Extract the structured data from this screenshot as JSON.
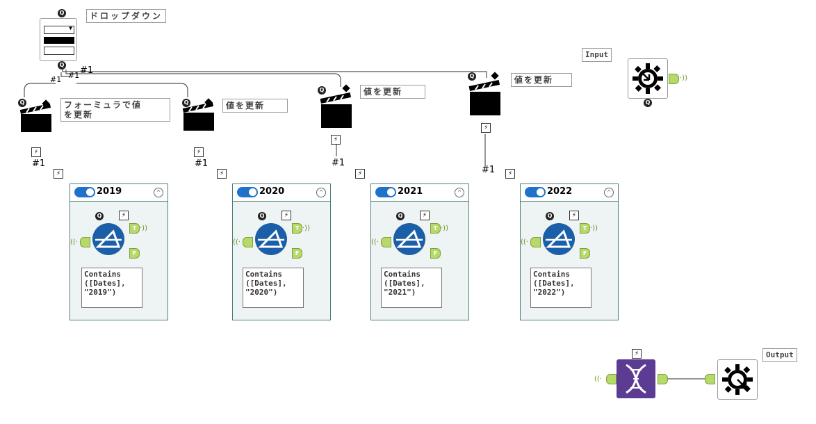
{
  "dropdown": {
    "label": "ドロップダウン"
  },
  "actions": [
    {
      "label": "フォーミュラで値\nを更新"
    },
    {
      "label": "値を更新"
    },
    {
      "label": "値を更新"
    },
    {
      "label": "値を更新"
    }
  ],
  "connection_labels": {
    "main": "#1",
    "a": "#1",
    "b": "#1",
    "c": "#1",
    "d": "#1",
    "e": "#1",
    "f": "#1",
    "g": "#1"
  },
  "input": {
    "label": "Input"
  },
  "output": {
    "label": "Output"
  },
  "containers": [
    {
      "title": "2019",
      "expression": "Contains\n([Dates],\n\"2019\")"
    },
    {
      "title": "2020",
      "expression": "Contains\n([Dates],\n\"2020\")"
    },
    {
      "title": "2021",
      "expression": "Contains\n([Dates],\n\"2021\")"
    },
    {
      "title": "2022",
      "expression": "Contains\n([Dates],\n\"2022\")"
    }
  ],
  "anchor_labels": {
    "true": "T",
    "false": "F"
  },
  "icons": {
    "question": "Q",
    "bolt": "⚡",
    "collapse": "^",
    "wave_in": "((·",
    "wave_out": "·))"
  },
  "colors": {
    "toggle": "#1e73c9",
    "filter": "#1b5fa8",
    "anchor": "#b6d96a",
    "macro": "#5c3c92"
  }
}
